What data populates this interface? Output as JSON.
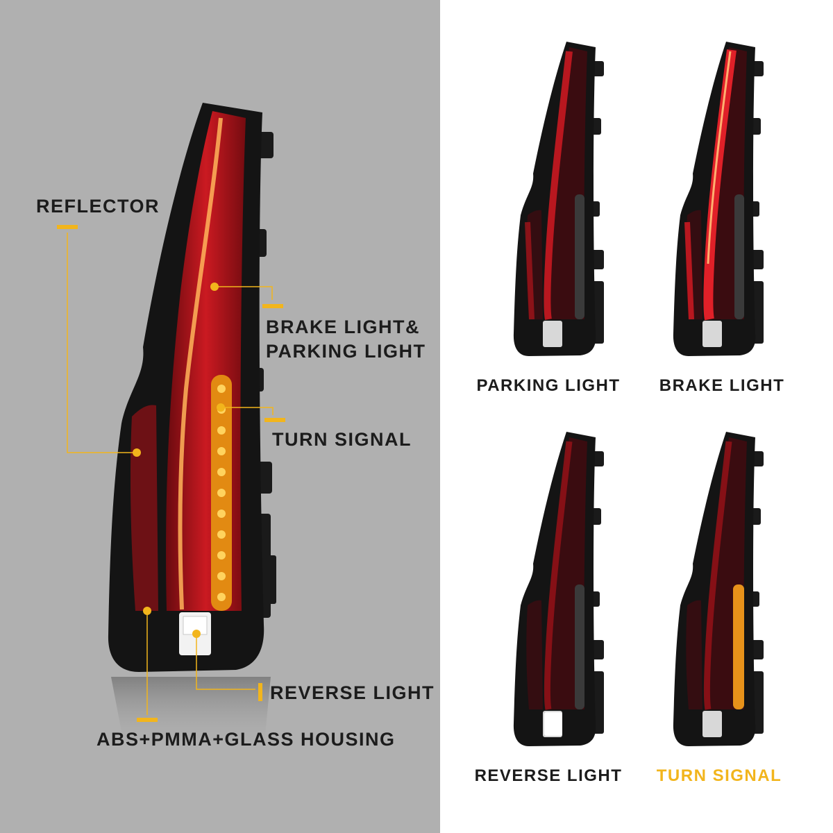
{
  "colors": {
    "left_background": "#b0b0b0",
    "right_background": "#ffffff",
    "accent": "#f2b51c",
    "text": "#1c1c1c",
    "lens_red": "#c4161c",
    "housing_black": "#141414"
  },
  "main_view": {
    "callouts": [
      {
        "id": "reflector",
        "label": "REFLECTOR"
      },
      {
        "id": "brake",
        "label_line1": "BRAKE LIGHT&",
        "label_line2": "PARKING LIGHT"
      },
      {
        "id": "turn",
        "label": "TURN SIGNAL"
      },
      {
        "id": "reverse",
        "label": "REVERSE LIGHT"
      },
      {
        "id": "housing",
        "label": "ABS+PMMA+GLASS HOUSING"
      }
    ]
  },
  "modes": [
    {
      "id": "parking",
      "caption": "PARKING LIGHT",
      "icon": "tail-light-parking-mode"
    },
    {
      "id": "brake",
      "caption": "BRAKE LIGHT",
      "icon": "tail-light-brake-mode"
    },
    {
      "id": "reverse",
      "caption": "REVERSE LIGHT",
      "icon": "tail-light-reverse-mode"
    },
    {
      "id": "turn",
      "caption": "TURN SIGNAL",
      "icon": "tail-light-turn-signal-mode",
      "highlighted": true
    }
  ]
}
